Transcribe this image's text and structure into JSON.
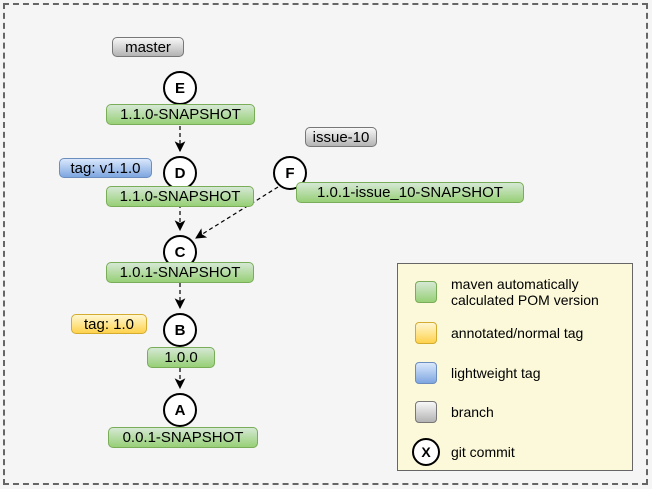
{
  "graph": {
    "branches": {
      "master": "master",
      "issue10": "issue-10"
    },
    "tags": {
      "lightweight": "tag: v1.1.0",
      "annotated": "tag: 1.0"
    },
    "commits": {
      "e": "E",
      "d": "D",
      "f": "F",
      "c": "C",
      "b": "B",
      "a": "A"
    },
    "versions": {
      "e": "1.1.0-SNAPSHOT",
      "d": "1.1.0-SNAPSHOT",
      "f": "1.0.1-issue_10-SNAPSHOT",
      "c": "1.0.1-SNAPSHOT",
      "b": "1.0.0",
      "a": "0.0.1-SNAPSHOT"
    }
  },
  "legend": {
    "items": [
      {
        "swatch": "green",
        "label": "maven automatically calculated POM version"
      },
      {
        "swatch": "yellow",
        "label": "annotated/normal tag"
      },
      {
        "swatch": "blue",
        "label": "lightweight tag"
      },
      {
        "swatch": "gray",
        "label": "branch"
      },
      {
        "swatch": "commit",
        "symbol": "X",
        "label": "git commit"
      }
    ]
  },
  "colors": {
    "background": "#f5f5f5",
    "page_border": "#666666",
    "green_top": "#d5e8d4",
    "green_bottom": "#97d077",
    "green_stroke": "#7aad58",
    "blue_top": "#dae8fc",
    "blue_bottom": "#7ea6e0",
    "blue_stroke": "#6c8ebf",
    "yellow_top": "#fff7d1",
    "yellow_bottom": "#ffd24c",
    "yellow_stroke": "#d4ac30",
    "gray_top": "#f8f8f8",
    "gray_bottom": "#b3b3b3",
    "gray_stroke": "#777777",
    "legend_bg": "#fbf9d9",
    "legend_border": "#666666"
  }
}
